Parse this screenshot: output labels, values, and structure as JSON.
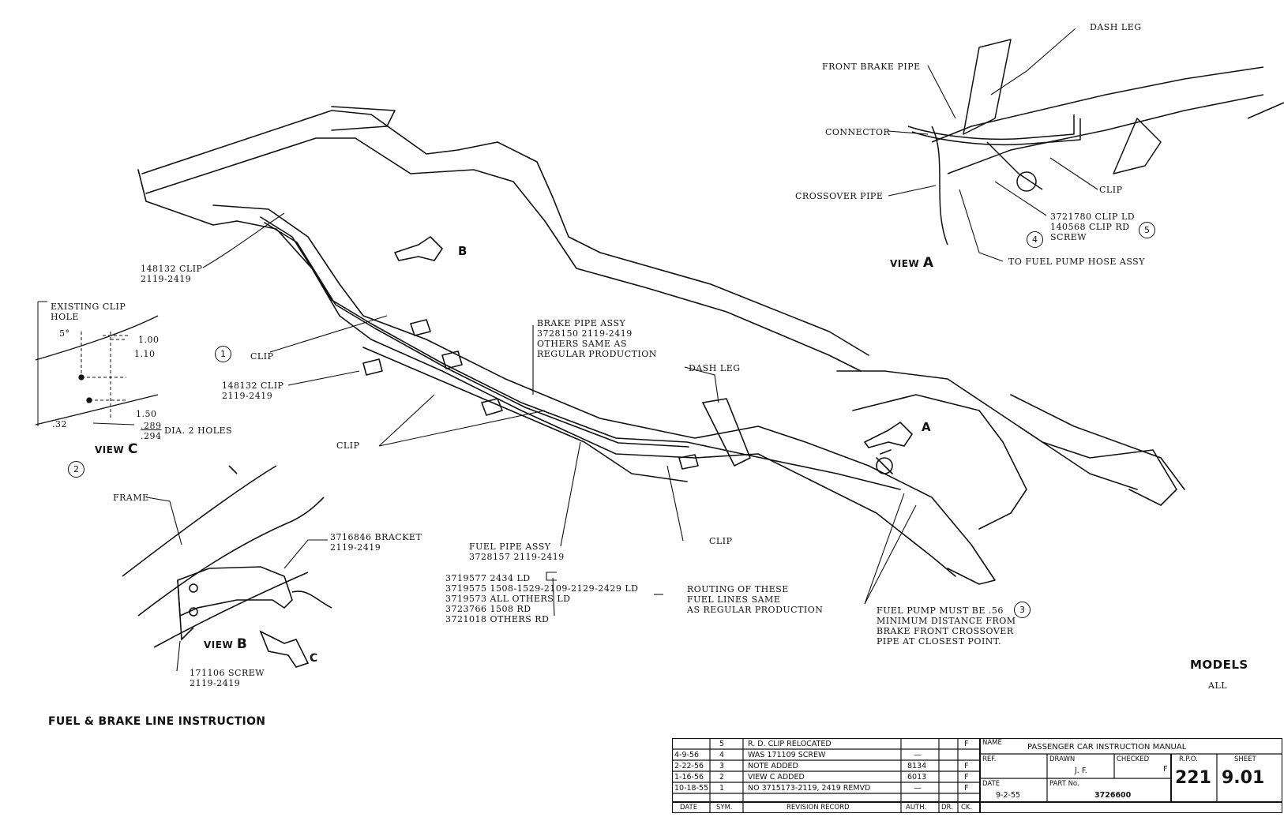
{
  "title": "FUEL & BRAKE LINE INSTRUCTION",
  "models_label": "MODELS",
  "models_value": "ALL",
  "callouts": {
    "clip_148132_top": [
      "148132 CLIP",
      "2119-2419"
    ],
    "clip_left": "CLIP",
    "clip_148132_mid": [
      "148132 CLIP",
      "2119-2419"
    ],
    "clip_lower": "CLIP",
    "clip_bottom": "CLIP",
    "brake_pipe": [
      "BRAKE PIPE ASSY",
      "3728150 2119-2419",
      "OTHERS SAME AS",
      "REGULAR PRODUCTION"
    ],
    "dash_leg_main": "DASH LEG",
    "fuel_pipe": [
      "FUEL PIPE ASSY",
      "3728157 2119-2419"
    ],
    "fuel_lines_list": [
      "3719577 2434 LD",
      "3719575 1508-1529-2109-2129-2429 LD",
      "3719573 ALL OTHERS LD",
      "3723766 1508 RD",
      "3721018 OTHERS RD"
    ],
    "routing": [
      "ROUTING OF THESE",
      "FUEL LINES SAME",
      "AS REGULAR PRODUCTION"
    ],
    "fuel_pump_note": [
      "FUEL PUMP MUST BE .56",
      "MINIMUM DISTANCE FROM",
      "BRAKE FRONT CROSSOVER",
      "PIPE AT CLOSEST POINT."
    ],
    "arrow_b": "B",
    "arrow_a": "A"
  },
  "view_a": {
    "label": "VIEW",
    "letter": "A",
    "dash_leg": "DASH LEG",
    "front_brake_pipe": "FRONT BRAKE PIPE",
    "connector": "CONNECTOR",
    "clip": "CLIP",
    "crossover_pipe": "CROSSOVER PIPE",
    "clip_parts": [
      "3721780 CLIP LD",
      "140568 CLIP RD",
      "SCREW"
    ],
    "to_fuel_pump": "TO FUEL PUMP HOSE ASSY"
  },
  "view_c": {
    "label": "VIEW",
    "letter": "C",
    "existing_clip": [
      "EXISTING CLIP",
      "HOLE"
    ],
    "angle": "5°",
    "dim_100": "1.00",
    "dim_110": "1.10",
    "dim_150": "1.50",
    "dim_32": ".32",
    "dia_top": ".289",
    "dia_bottom": ".294",
    "dia_text": "DIA. 2 HOLES"
  },
  "view_b": {
    "label": "VIEW",
    "letter": "B",
    "frame": "FRAME",
    "bracket": [
      "3716846 BRACKET",
      "2119-2419"
    ],
    "screw": [
      "171106 SCREW",
      "2119-2419"
    ],
    "arrow_c": "C"
  },
  "circled": {
    "one": "1",
    "two": "2",
    "three": "3",
    "four": "4",
    "five": "5"
  },
  "title_block": {
    "revisions": [
      {
        "date": "",
        "sym": "5",
        "record": "R. D. CLIP RELOCATED",
        "auth": "",
        "dr": "",
        "ck": "F"
      },
      {
        "date": "4-9-56",
        "sym": "4",
        "record": "WAS 171109 SCREW",
        "auth": "—",
        "dr": "",
        "ck": ""
      },
      {
        "date": "2-22-56",
        "sym": "3",
        "record": "NOTE ADDED",
        "auth": "8134",
        "dr": "",
        "ck": "F"
      },
      {
        "date": "1-16-56",
        "sym": "2",
        "record": "VIEW C ADDED",
        "auth": "6013",
        "dr": "",
        "ck": "F"
      },
      {
        "date": "10-18-55",
        "sym": "1",
        "record": "NO 3715173-2119, 2419 REMVD",
        "auth": "—",
        "dr": "",
        "ck": "F"
      }
    ],
    "col_date": "DATE",
    "col_sym": "SYM.",
    "col_record": "REVISION RECORD",
    "col_auth": "AUTH.",
    "col_dr": "DR.",
    "col_ck": "CK.",
    "f_mark": "F",
    "name_label": "NAME",
    "name_value": "PASSENGER CAR INSTRUCTION MANUAL",
    "ref_label": "REF.",
    "drawn_label": "DRAWN",
    "drawn_value": "J. F.",
    "checked_label": "CHECKED",
    "checked_value": "F",
    "rpo_label": "R.P.O.",
    "rpo_value": "221",
    "sheet_label": "SHEET",
    "sheet_value": "9.01",
    "date_label": "DATE",
    "date_value": "9-2-55",
    "part_label": "PART No.",
    "part_value": "3726600"
  }
}
